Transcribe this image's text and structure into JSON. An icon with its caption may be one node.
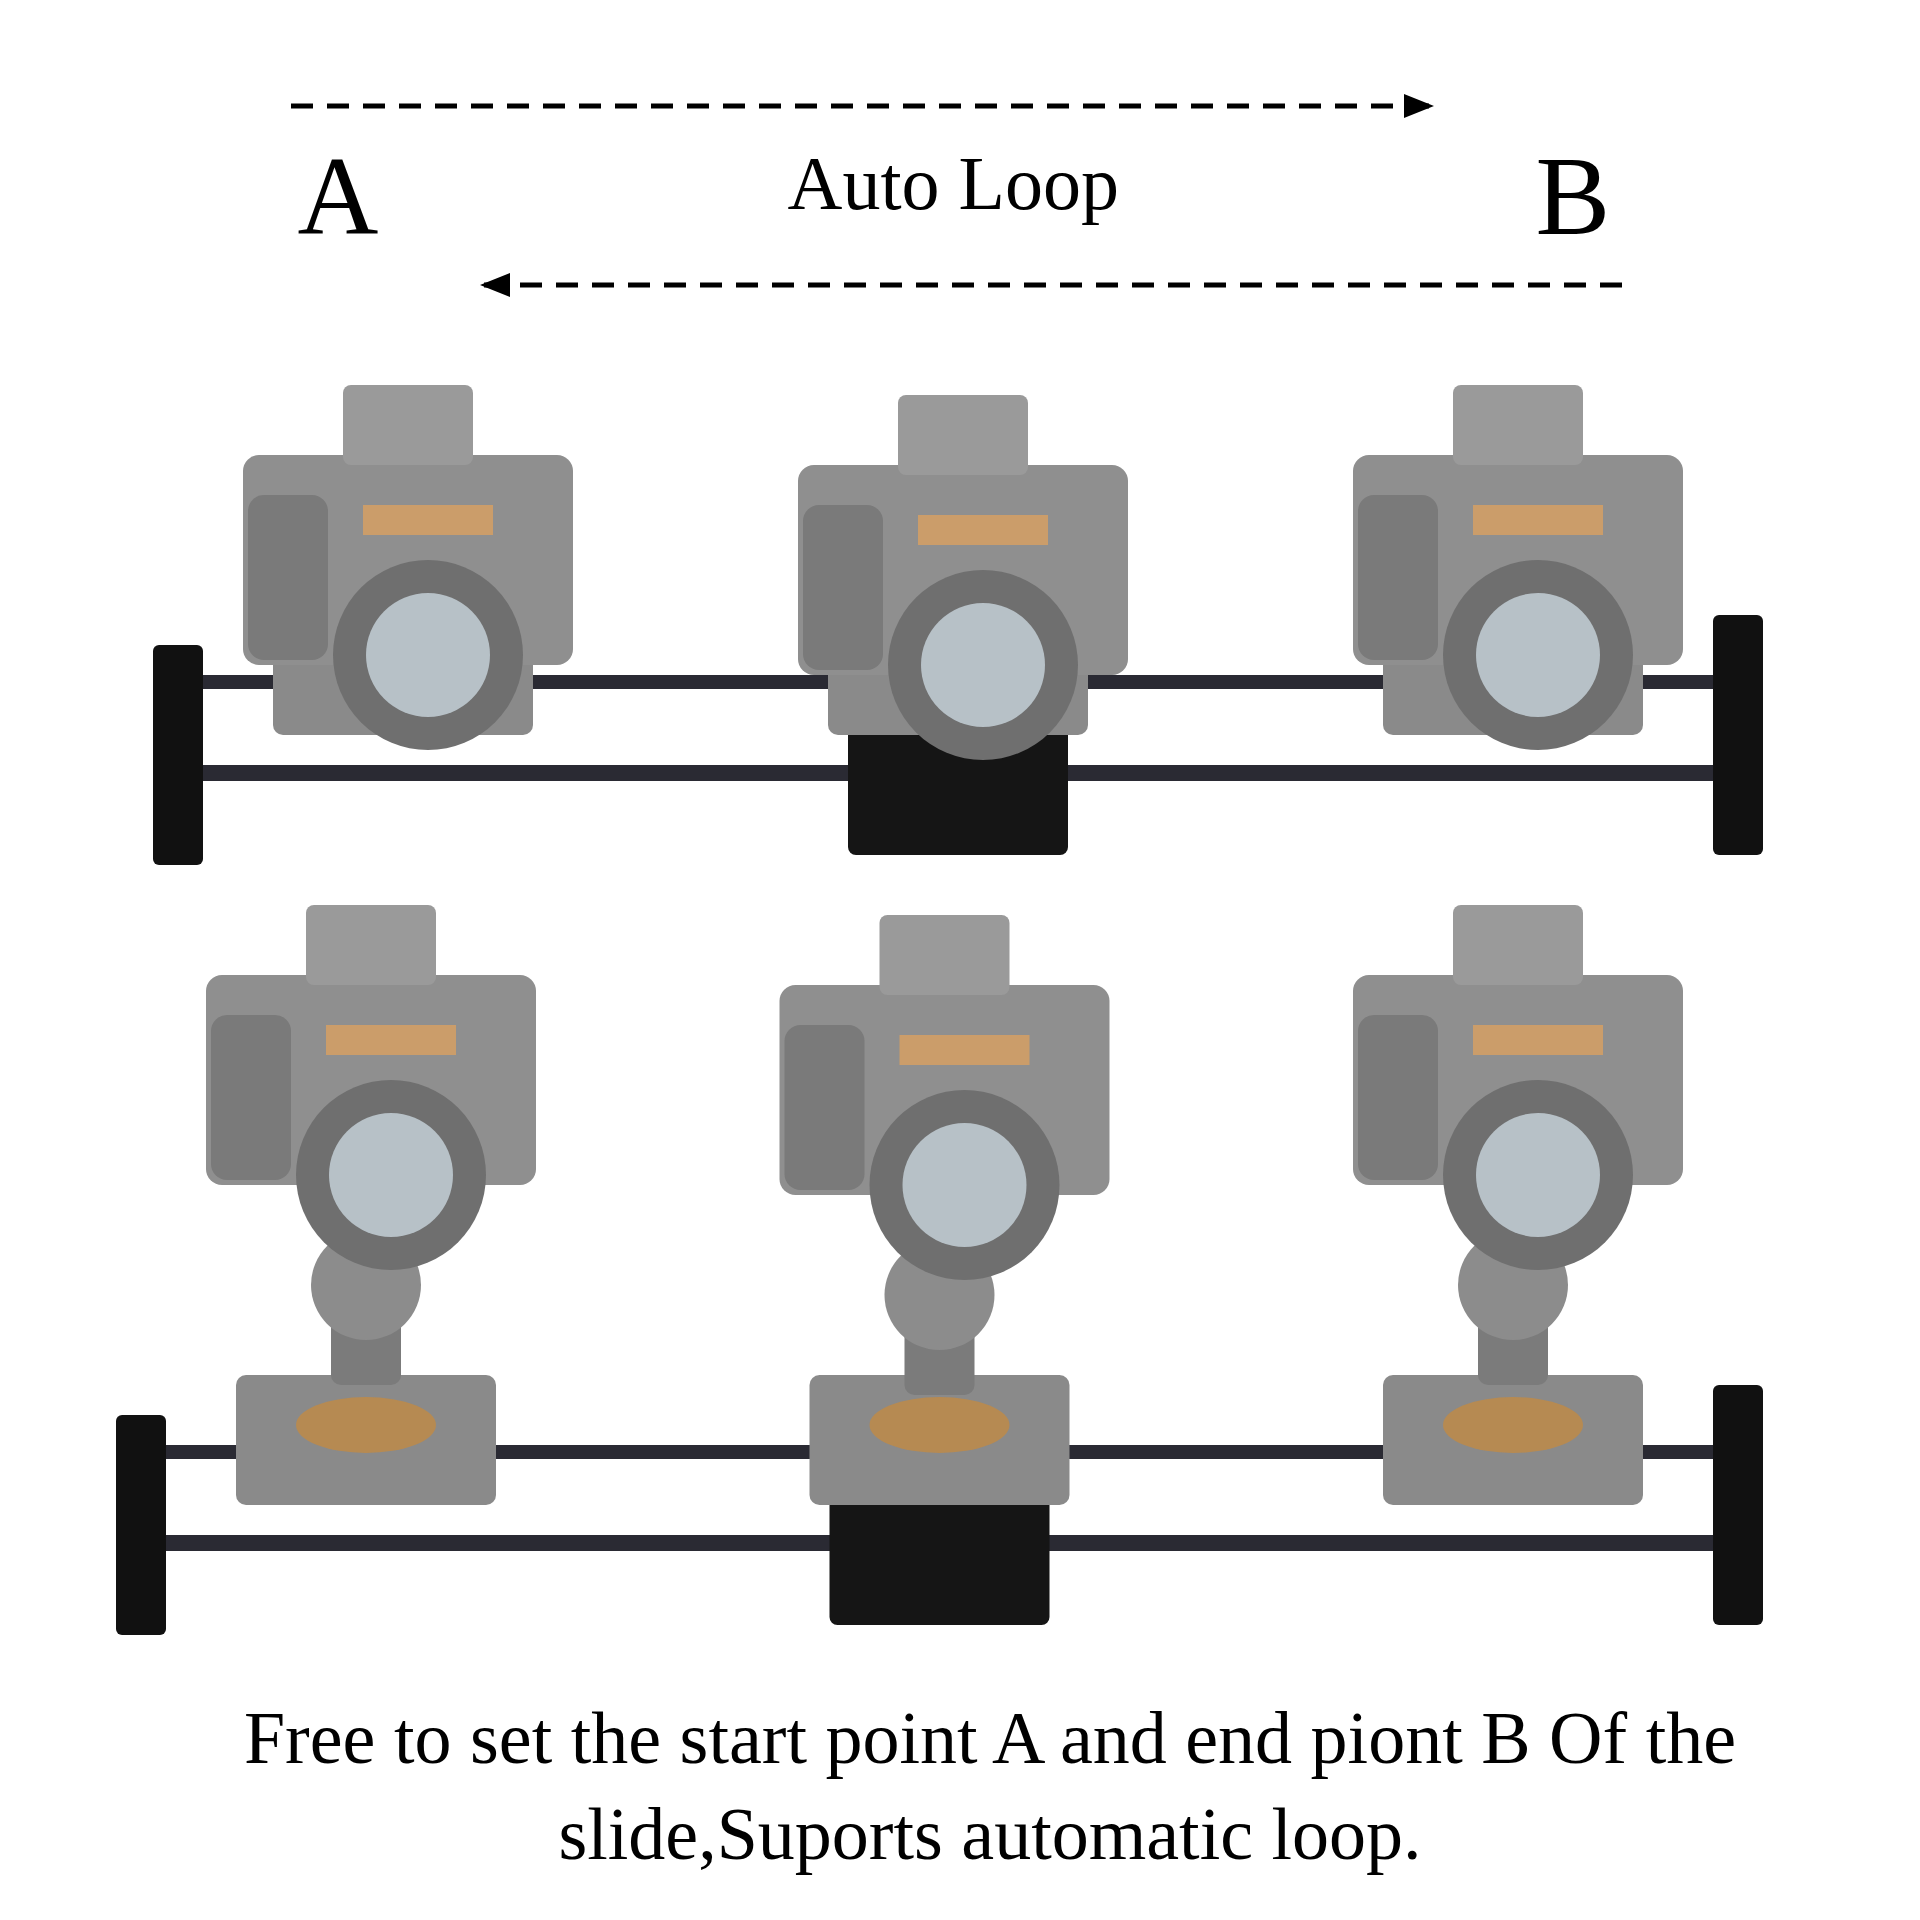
{
  "diagram": {
    "caption": "Free to set the start point A and end piont B Of the slide,Suports automatic loop.",
    "labels": [
      "A",
      "Auto Loop",
      "B"
    ]
  }
}
